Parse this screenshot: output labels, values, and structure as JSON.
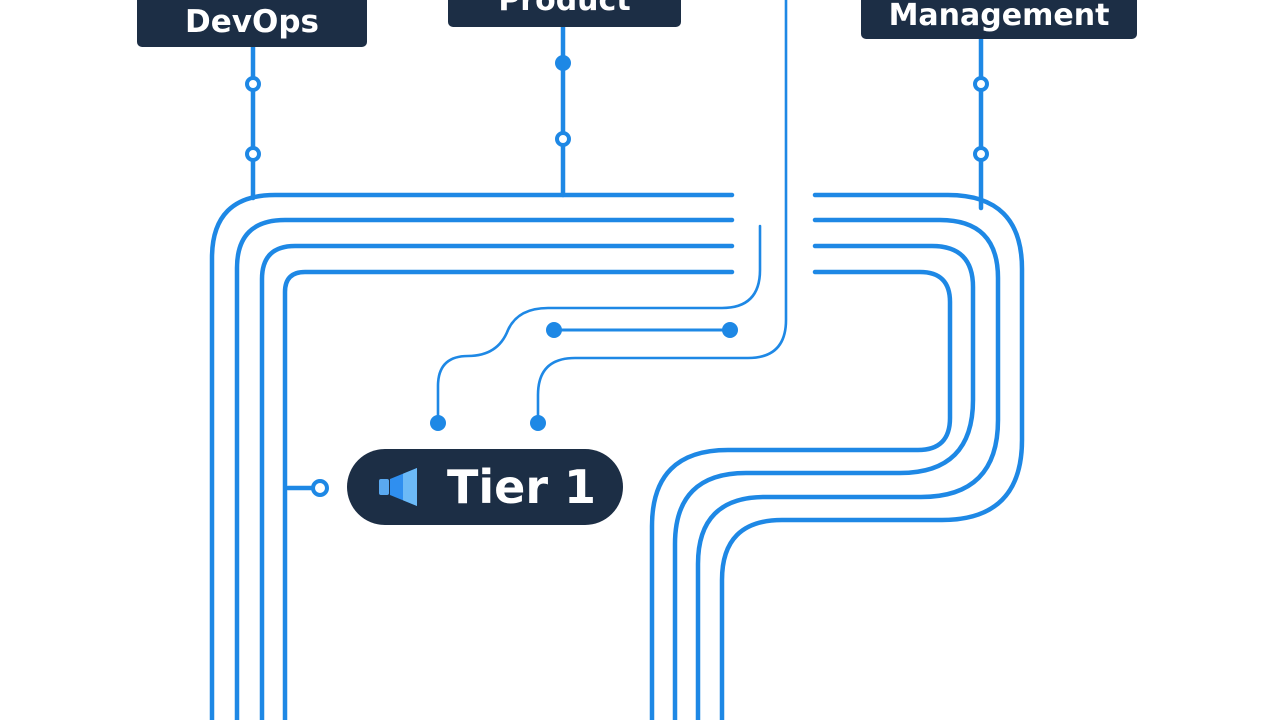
{
  "colors": {
    "wire": "#1e88e5",
    "node": "#1c2e45",
    "node_text": "#ffffff",
    "background": "#ffffff"
  },
  "nodes": {
    "devops": {
      "label": "DevOps"
    },
    "product": {
      "label": "Product"
    },
    "management": {
      "label": "Management"
    }
  },
  "tier": {
    "label": "Tier 1",
    "icon": "megaphone-icon"
  }
}
